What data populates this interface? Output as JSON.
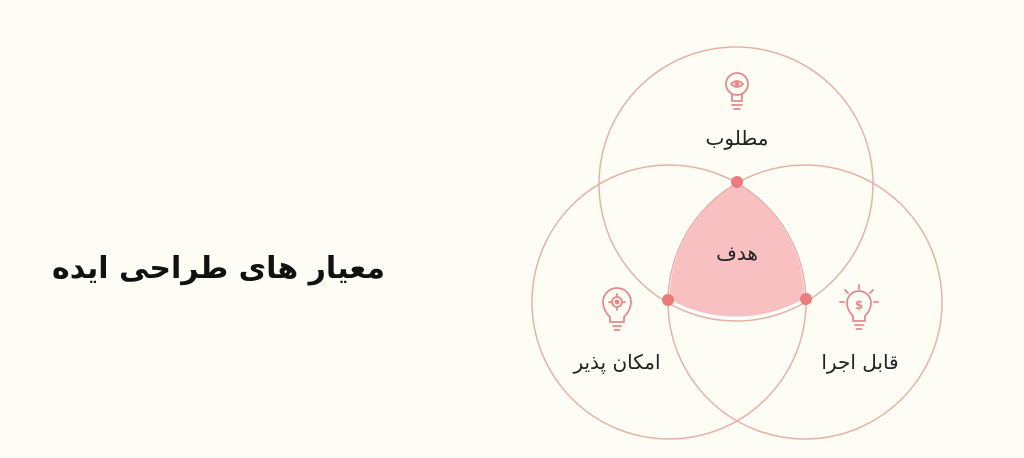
{
  "title": "معیار های طراحی ایده",
  "venn": {
    "center_label": "هدف",
    "sets": [
      {
        "label": "مطلوب",
        "icon": "magnifier-eye-icon"
      },
      {
        "label": "امکان پذیر",
        "icon": "lightbulb-gear-icon"
      },
      {
        "label": "قابل اجرا",
        "icon": "lightbulb-dollar-icon"
      }
    ]
  },
  "colors": {
    "background": "#fdfdf5",
    "circle_stroke": "#e5b3a6",
    "center_fill": "#f8c0c0",
    "dot": "#ec7b7b",
    "icon": "#e78888",
    "text": "#111111"
  }
}
